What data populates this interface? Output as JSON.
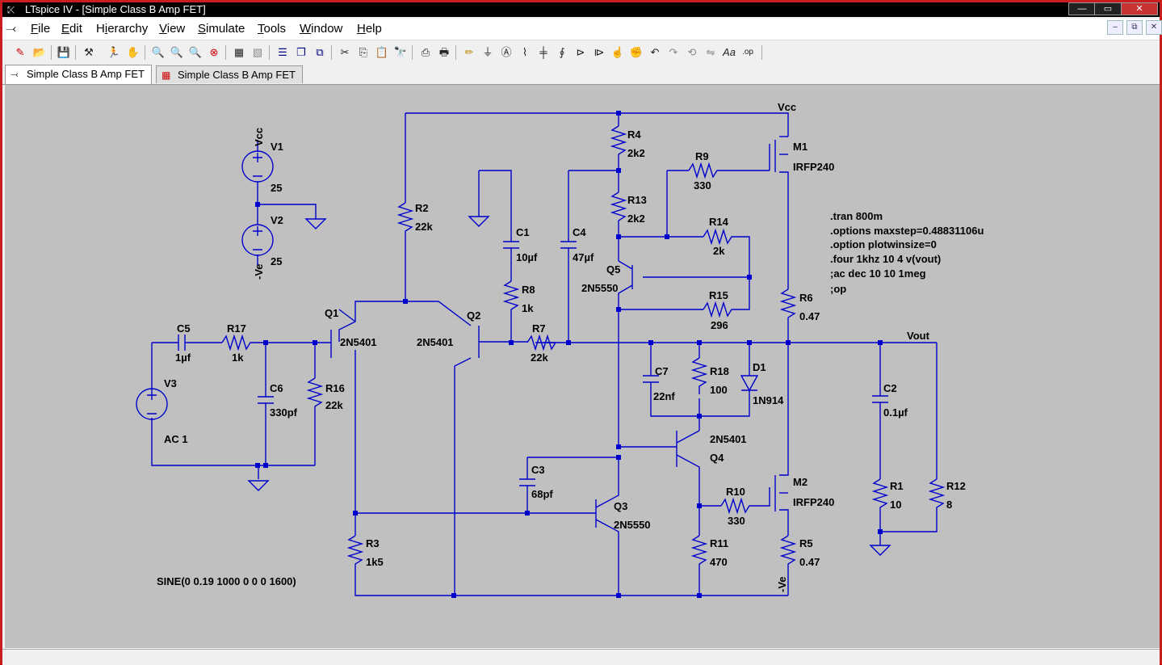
{
  "window": {
    "title": "LTspice IV - [Simple Class B Amp FET]",
    "controls": {
      "minimize": "—",
      "maximize": "▭",
      "close": "✕"
    }
  },
  "menu": {
    "items": [
      {
        "acc": "F",
        "rest": "ile"
      },
      {
        "acc": "E",
        "rest": "dit"
      },
      {
        "pre": "H",
        "acc": "i",
        "rest": "erarchy"
      },
      {
        "acc": "V",
        "rest": "iew"
      },
      {
        "acc": "S",
        "rest": "imulate"
      },
      {
        "acc": "T",
        "rest": "ools"
      },
      {
        "acc": "W",
        "rest": "indow"
      },
      {
        "acc": "H",
        "rest": "elp"
      }
    ],
    "mdi_controls": {
      "minimize": "–",
      "restore": "⧉",
      "close": "✕"
    }
  },
  "toolbar": {
    "icons": [
      "new-schematic",
      "open",
      "save",
      "control-panel",
      "run",
      "halt",
      "zoom-in",
      "zoom-pan",
      "zoom-out",
      "zoom-fit",
      "autorange-y",
      "fit",
      "tile-horizontal",
      "cascade",
      "tile-vertical",
      "cut",
      "copy",
      "paste",
      "find",
      "print-preview",
      "print",
      "draw-wire",
      "ground",
      "label-net",
      "resistor",
      "capacitor",
      "inductor",
      "diode",
      "component",
      "move",
      "drag",
      "undo",
      "redo",
      "rotate",
      "mirror",
      "text",
      "spice-directive"
    ]
  },
  "tabs": [
    {
      "label": "Simple Class B Amp FET",
      "icon": "schematic-icon",
      "active": true
    },
    {
      "label": "Simple Class B Amp FET",
      "icon": "waveform-icon",
      "active": false
    }
  ],
  "schematic": {
    "labels": {
      "V1": "V1",
      "V1_val": "25",
      "V2": "V2",
      "V2_val": "25",
      "V3": "V3",
      "V3_val": "AC 1",
      "vcc_top": "Vcc",
      "vcc_v1": "Vcc",
      "ve_v2": "-Ve",
      "ve_r5": "-Ve",
      "vout": "Vout",
      "C5": "C5",
      "C5_val": "1µf",
      "R17": "R17",
      "R17_val": "1k",
      "C6": "C6",
      "C6_val": "330pf",
      "R16": "R16",
      "R16_val": "22k",
      "Q1": "Q1",
      "Q1_val": "2N5401",
      "Q2": "Q2",
      "Q2_val": "2N5401",
      "R2": "R2",
      "R2_val": "22k",
      "R3": "R3",
      "R3_val": "1k5",
      "C1": "C1",
      "C1_val": "10µf",
      "R8": "R8",
      "R8_val": "1k",
      "C4": "C4",
      "C4_val": "47µf",
      "R7": "R7",
      "R7_val": "22k",
      "R4": "R4",
      "R4_val": "2k2",
      "R13": "R13",
      "R13_val": "2k2",
      "R9": "R9",
      "R9_val": "330",
      "M1": "M1",
      "M1_val": "IRFP240",
      "R14": "R14",
      "R14_val": "2k",
      "Q5": "Q5",
      "Q5_val": "2N5550",
      "R15": "R15",
      "R15_val": "296",
      "R6": "R6",
      "R6_val": "0.47",
      "C7": "C7",
      "C7_val": "22nf",
      "R18": "R18",
      "R18_val": "100",
      "D1": "D1",
      "D1_val": "1N914",
      "Q4": "Q4",
      "Q4_val": "2N5401",
      "C3": "C3",
      "C3_val": "68pf",
      "Q3": "Q3",
      "Q3_val": "2N5550",
      "R10": "R10",
      "R10_val": "330",
      "M2": "M2",
      "M2_val": "IRFP240",
      "R11": "R11",
      "R11_val": "470",
      "R5": "R5",
      "R5_val": "0.47",
      "C2": "C2",
      "C2_val": "0.1µf",
      "R1": "R1",
      "R1_val": "10",
      "R12": "R12",
      "R12_val": "8",
      "sine": "SINE(0 0.19 1000 0 0 0 1600)"
    },
    "directives": [
      ".tran 800m",
      ".options maxstep=0.48831106u",
      ".option plotwinsize=0",
      ".four 1khz 10 4 v(vout)",
      ";ac dec 10 10 1meg",
      ";op"
    ],
    "colors": {
      "wire": "#0000cc",
      "background": "#c0c0c0"
    }
  }
}
